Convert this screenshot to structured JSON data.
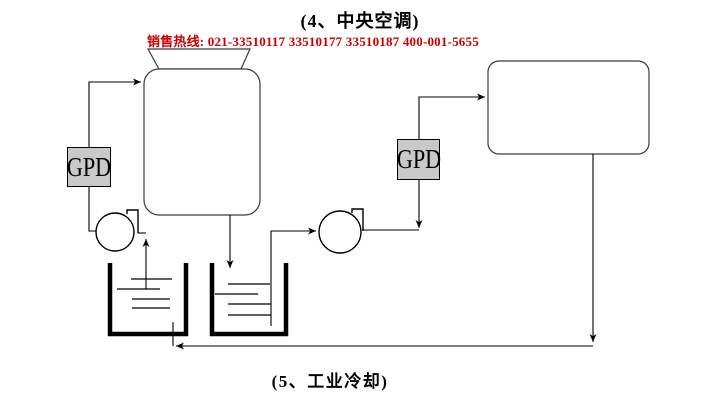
{
  "title": "(4、中央空调)",
  "hotline": "销售热线: 021-33510117  33510177  33510187  400-001-5655",
  "footer": "(5、工业冷却)",
  "meters": [
    {
      "label": "GPD"
    },
    {
      "label": "GPD"
    }
  ],
  "colors": {
    "hotline_red": "#cc0000",
    "pipe_line": "#000000",
    "vessel_stroke": "#3a3a3a",
    "meter_fill": "#c9c9c9",
    "background": "#ffffff"
  }
}
